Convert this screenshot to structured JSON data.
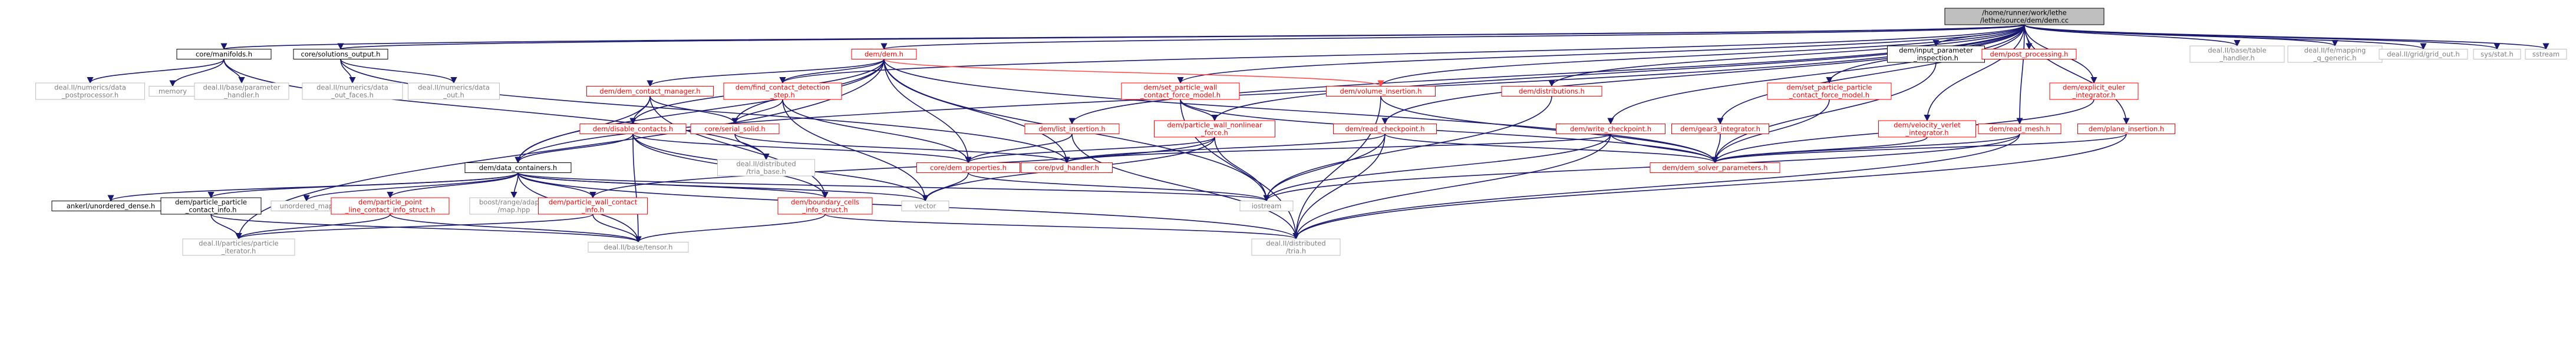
{
  "diagram": {
    "colors": {
      "edge": "#191970",
      "edge_red": "#ff4d4d",
      "doc_node_border": "#ff0000",
      "doc_node_text": "#ff0000",
      "external_border": "#bfbfbf",
      "external_text": "#808080",
      "linked_border": "#000000",
      "linked_text": "#000000",
      "root_fill": "#bfbfbf",
      "root_border": "#000000"
    },
    "nodes": [
      {
        "id": "root",
        "lines": [
          "/home/runner/work/lethe",
          "/lethe/source/dem/dem.cc"
        ],
        "kind": "root"
      },
      {
        "id": "core_manifolds",
        "lines": [
          "core/manifolds.h"
        ],
        "kind": "linked"
      },
      {
        "id": "core_solutions_output",
        "lines": [
          "core/solutions_output.h"
        ],
        "kind": "linked"
      },
      {
        "id": "dem_dem",
        "lines": [
          "dem/dem.h"
        ],
        "kind": "doc"
      },
      {
        "id": "dem_input_param",
        "lines": [
          "dem/input_parameter",
          "_inspection.h"
        ],
        "kind": "linked"
      },
      {
        "id": "dem_post_processing",
        "lines": [
          "dem/post_processing.h"
        ],
        "kind": "doc"
      },
      {
        "id": "deal_base_table_handler",
        "lines": [
          "deal.II/base/table",
          "_handler.h"
        ],
        "kind": "external"
      },
      {
        "id": "deal_fe_mapping_q_generic",
        "lines": [
          "deal.II/fe/mapping",
          "_q_generic.h"
        ],
        "kind": "external"
      },
      {
        "id": "deal_grid_out",
        "lines": [
          "deal.II/grid/grid_out.h"
        ],
        "kind": "external"
      },
      {
        "id": "sys_stat",
        "lines": [
          "sys/stat.h"
        ],
        "kind": "external"
      },
      {
        "id": "sstream",
        "lines": [
          "sstream"
        ],
        "kind": "external"
      },
      {
        "id": "deal_numerics_data_postprocessor",
        "lines": [
          "deal.II/numerics/data",
          "_postprocessor.h"
        ],
        "kind": "external"
      },
      {
        "id": "memory",
        "lines": [
          "memory"
        ],
        "kind": "external"
      },
      {
        "id": "deal_base_parameter_handler",
        "lines": [
          "deal.II/base/parameter",
          "_handler.h"
        ],
        "kind": "external"
      },
      {
        "id": "deal_numerics_data_out_faces",
        "lines": [
          "deal.II/numerics/data",
          "_out_faces.h"
        ],
        "kind": "external"
      },
      {
        "id": "deal_numerics_data_out",
        "lines": [
          "deal.II/numerics/data",
          "_out.h"
        ],
        "kind": "external"
      },
      {
        "id": "dem_dem_contact_manager",
        "lines": [
          "dem/dem_contact_manager.h"
        ],
        "kind": "doc"
      },
      {
        "id": "dem_find_contact_detection_step",
        "lines": [
          "dem/find_contact_detection",
          "_step.h"
        ],
        "kind": "doc"
      },
      {
        "id": "dem_set_particle_wall_contact_force_model",
        "lines": [
          "dem/set_particle_wall",
          "_contact_force_model.h"
        ],
        "kind": "doc"
      },
      {
        "id": "dem_volume_insertion",
        "lines": [
          "dem/volume_insertion.h"
        ],
        "kind": "doc"
      },
      {
        "id": "dem_distributions",
        "lines": [
          "dem/distributions.h"
        ],
        "kind": "doc"
      },
      {
        "id": "dem_set_particle_particle_contact_force_model",
        "lines": [
          "dem/set_particle_particle",
          "_contact_force_model.h"
        ],
        "kind": "doc"
      },
      {
        "id": "dem_explicit_euler_integrator",
        "lines": [
          "dem/explicit_euler",
          "_integrator.h"
        ],
        "kind": "doc"
      },
      {
        "id": "dem_disable_contacts",
        "lines": [
          "dem/disable_contacts.h"
        ],
        "kind": "doc"
      },
      {
        "id": "core_serial_solid",
        "lines": [
          "core/serial_solid.h"
        ],
        "kind": "doc"
      },
      {
        "id": "dem_list_insertion",
        "lines": [
          "dem/list_insertion.h"
        ],
        "kind": "doc"
      },
      {
        "id": "dem_particle_wall_nonlinear_force",
        "lines": [
          "dem/particle_wall_nonlinear",
          "_force.h"
        ],
        "kind": "doc"
      },
      {
        "id": "dem_read_checkpoint",
        "lines": [
          "dem/read_checkpoint.h"
        ],
        "kind": "doc"
      },
      {
        "id": "dem_write_checkpoint",
        "lines": [
          "dem/write_checkpoint.h"
        ],
        "kind": "doc"
      },
      {
        "id": "dem_gear3_integrator",
        "lines": [
          "dem/gear3_integrator.h"
        ],
        "kind": "doc"
      },
      {
        "id": "dem_velocity_verlet_integrator",
        "lines": [
          "dem/velocity_verlet",
          "_integrator.h"
        ],
        "kind": "doc"
      },
      {
        "id": "dem_read_mesh",
        "lines": [
          "dem/read_mesh.h"
        ],
        "kind": "doc"
      },
      {
        "id": "dem_plane_insertion",
        "lines": [
          "dem/plane_insertion.h"
        ],
        "kind": "doc"
      },
      {
        "id": "deal_distributed_tria_base",
        "lines": [
          "deal.II/distributed",
          "/tria_base.h"
        ],
        "kind": "external"
      },
      {
        "id": "dem_data_containers",
        "lines": [
          "dem/data_containers.h"
        ],
        "kind": "linked"
      },
      {
        "id": "core_dem_properties",
        "lines": [
          "core/dem_properties.h"
        ],
        "kind": "doc"
      },
      {
        "id": "core_pvd_handler",
        "lines": [
          "core/pvd_handler.h"
        ],
        "kind": "doc"
      },
      {
        "id": "dem_dem_solver_parameters",
        "lines": [
          "dem/dem_solver_parameters.h"
        ],
        "kind": "doc"
      },
      {
        "id": "ankerl_unordered_dense",
        "lines": [
          "ankerl/unordered_dense.h"
        ],
        "kind": "linked"
      },
      {
        "id": "dem_particle_particle_contact_info",
        "lines": [
          "dem/particle_particle",
          "_contact_info.h"
        ],
        "kind": "linked"
      },
      {
        "id": "unordered_map",
        "lines": [
          "unordered_map"
        ],
        "kind": "external"
      },
      {
        "id": "dem_particle_point_line_contact_info_struct",
        "lines": [
          "dem/particle_point",
          "_line_contact_info_struct.h"
        ],
        "kind": "doc"
      },
      {
        "id": "boost_range_adaptor_map",
        "lines": [
          "boost/range/adaptor",
          "/map.hpp"
        ],
        "kind": "external"
      },
      {
        "id": "dem_particle_wall_contact_info",
        "lines": [
          "dem/particle_wall_contact",
          "_info.h"
        ],
        "kind": "doc"
      },
      {
        "id": "dem_boundary_cells_info_struct",
        "lines": [
          "dem/boundary_cells",
          "_info_struct.h"
        ],
        "kind": "doc"
      },
      {
        "id": "vector",
        "lines": [
          "vector"
        ],
        "kind": "external"
      },
      {
        "id": "iostream",
        "lines": [
          "iostream"
        ],
        "kind": "external"
      },
      {
        "id": "deal_particles_particle_iterator",
        "lines": [
          "deal.II/particles/particle",
          "_iterator.h"
        ],
        "kind": "external"
      },
      {
        "id": "deal_base_tensor",
        "lines": [
          "deal.II/base/tensor.h"
        ],
        "kind": "external"
      },
      {
        "id": "deal_distributed_tria",
        "lines": [
          "deal.II/distributed",
          "/tria.h"
        ],
        "kind": "external"
      }
    ]
  }
}
